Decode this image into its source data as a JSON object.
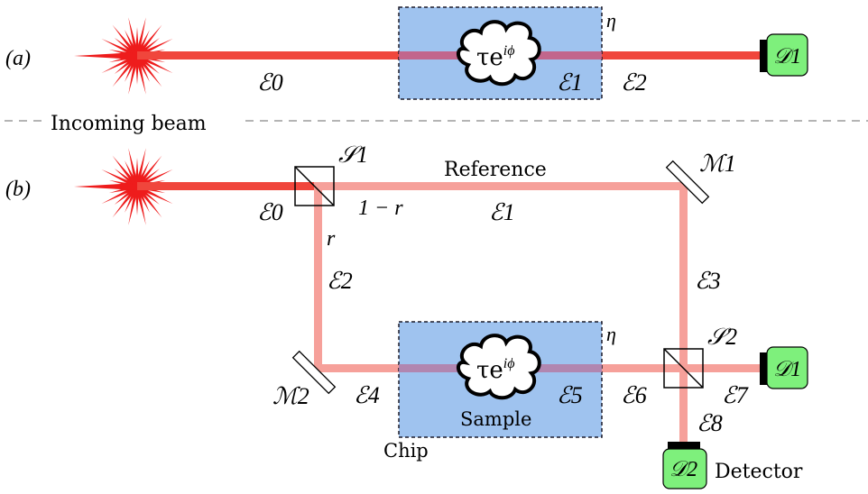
{
  "panel_a": {
    "tag": "(a)",
    "E0": "ℰ0",
    "E1": "ℰ1",
    "E2": "ℰ2",
    "eta": "η",
    "transmission": "τe",
    "transmission_sup": "iϕ",
    "detector": "𝒟1"
  },
  "divider": {
    "label": "Incoming beam"
  },
  "panel_b": {
    "tag": "(b)",
    "S1": "𝒮1",
    "S2": "𝒮2",
    "M1": "ℳ1",
    "M2": "ℳ2",
    "reference": "Reference",
    "one_minus_r": "1 − r",
    "r": "r",
    "E0": "ℰ0",
    "E1": "ℰ1",
    "E2": "ℰ2",
    "E3": "ℰ3",
    "E4": "ℰ4",
    "E5": "ℰ5",
    "E6": "ℰ6",
    "E7": "ℰ7",
    "E8": "ℰ8",
    "eta": "η",
    "transmission": "τe",
    "transmission_sup": "iϕ",
    "sample": "Sample",
    "chip": "Chip",
    "D1": "𝒟1",
    "D2": "𝒟2",
    "detector": "Detector"
  },
  "colors": {
    "beam_strong": "#f0463c",
    "beam_weak": "#f6a09a",
    "chip_fill": "#9fc3ef",
    "detector_fill": "#7ef07c",
    "laser": "#ee1c1c"
  }
}
